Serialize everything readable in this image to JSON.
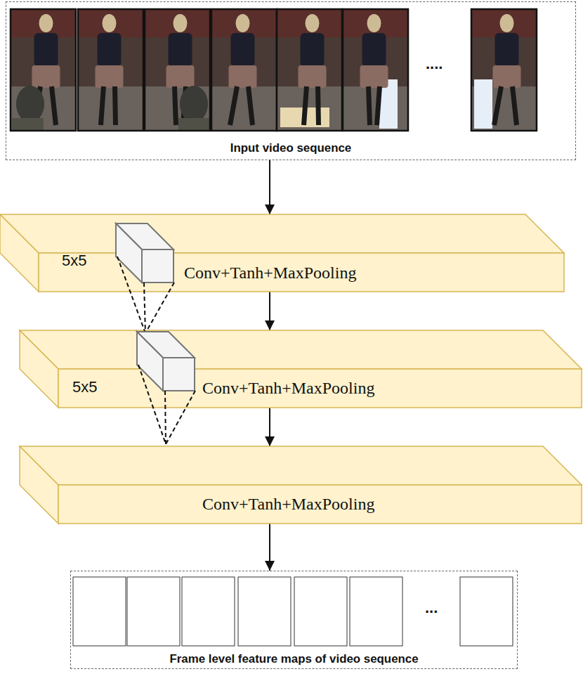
{
  "diagram": {
    "nodes": [
      {
        "text": [
          "Input video sequence"
        ]
      },
      {
        "text": [
          "5x5",
          "Conv+Tanh+MaxPooling"
        ]
      },
      {
        "text": [
          "5x5",
          "Conv+Tanh+MaxPooling"
        ]
      },
      {
        "text": [
          "Conv+Tanh+MaxPooling"
        ]
      },
      {
        "text": [
          "Frame level feature maps of video sequence"
        ]
      }
    ],
    "edges": [
      {
        "from": 0,
        "to": 1,
        "arrow": "to"
      },
      {
        "from": 1,
        "to": 2,
        "arrow": "to"
      },
      {
        "from": 2,
        "to": 3,
        "arrow": "to"
      },
      {
        "from": 3,
        "to": 4,
        "arrow": "to"
      }
    ],
    "labels": [
      "....",
      "..."
    ]
  }
}
